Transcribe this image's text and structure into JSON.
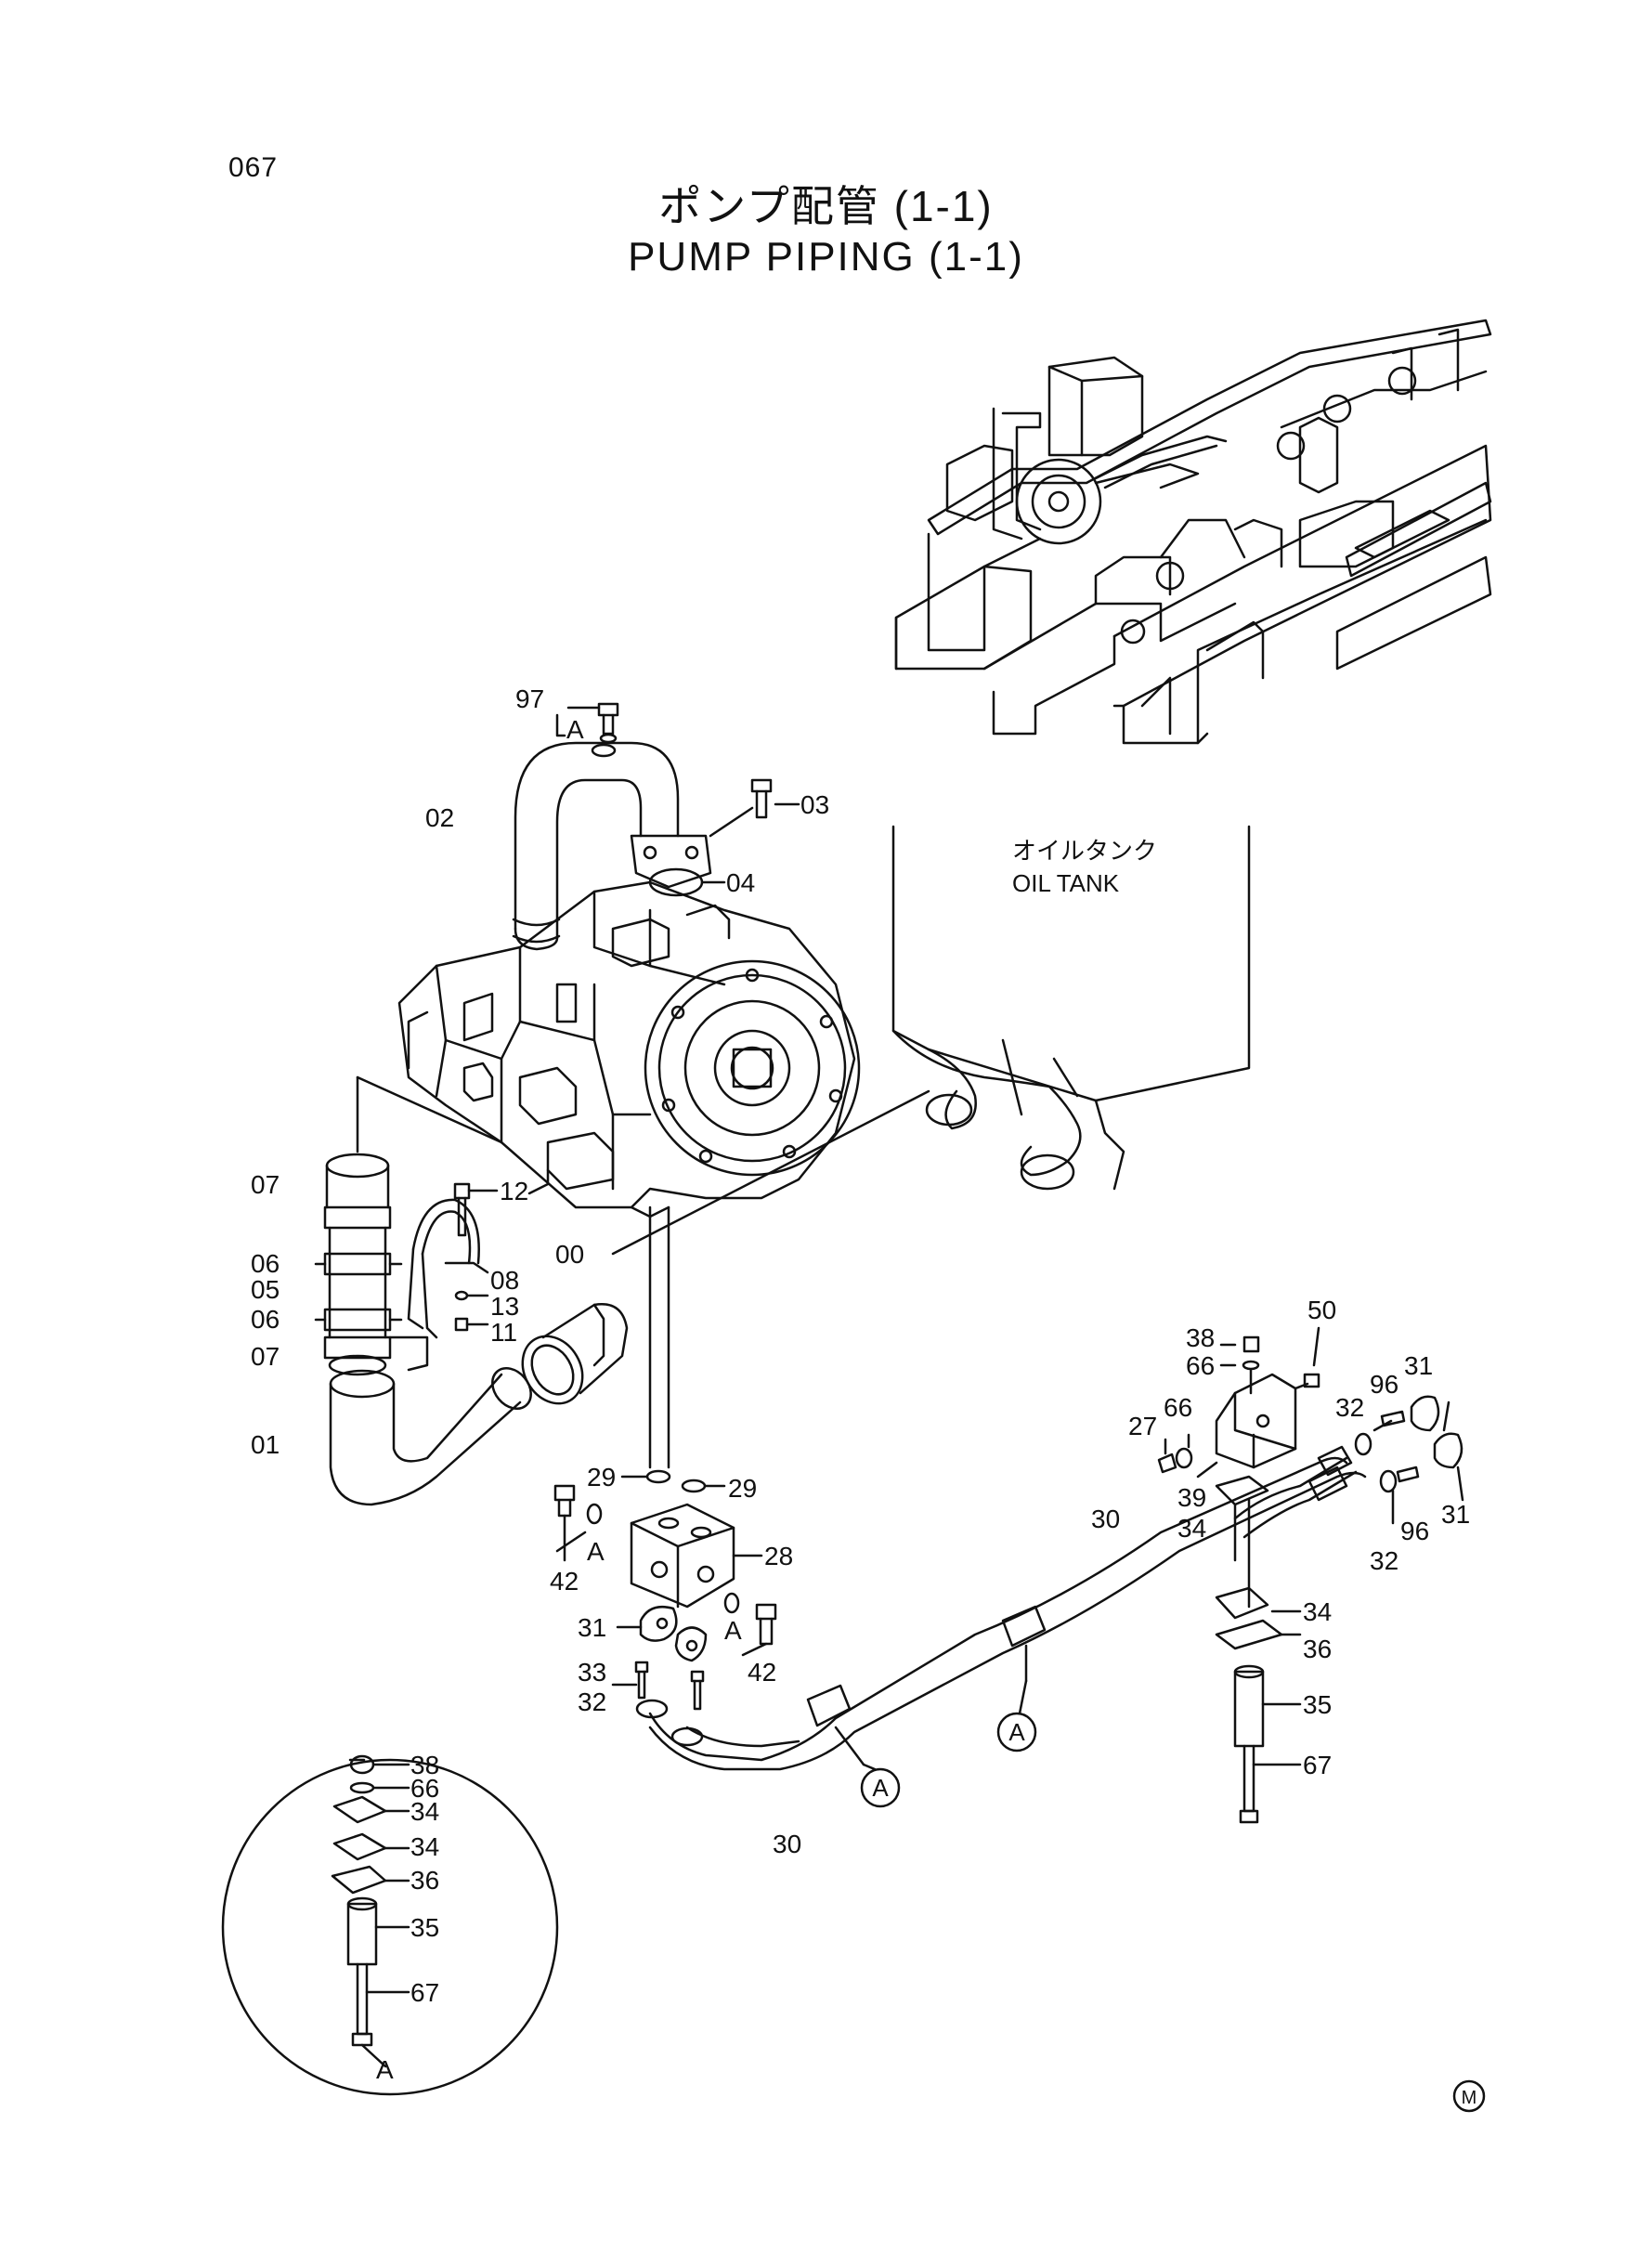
{
  "header": {
    "page_number": "067",
    "title_jp": "ポンプ配管 (1-1)",
    "title_en": "PUMP  PIPING (1-1)"
  },
  "oil_tank": {
    "label_jp": "オイルタンク",
    "label_en": "OIL TANK"
  },
  "callouts": [
    {
      "id": "c97",
      "text": "97"
    },
    {
      "id": "cA1",
      "text": "A"
    },
    {
      "id": "c03",
      "text": "03"
    },
    {
      "id": "c02",
      "text": "02"
    },
    {
      "id": "c04",
      "text": "04"
    },
    {
      "id": "c07a",
      "text": "07"
    },
    {
      "id": "c12",
      "text": "12"
    },
    {
      "id": "c06a",
      "text": "06"
    },
    {
      "id": "c05",
      "text": "05"
    },
    {
      "id": "c08",
      "text": "08"
    },
    {
      "id": "c00",
      "text": "00"
    },
    {
      "id": "c13",
      "text": "13"
    },
    {
      "id": "c06b",
      "text": "06"
    },
    {
      "id": "c11",
      "text": "11"
    },
    {
      "id": "c07b",
      "text": "07"
    },
    {
      "id": "c01",
      "text": "01"
    },
    {
      "id": "c29a",
      "text": "29"
    },
    {
      "id": "c29b",
      "text": "29"
    },
    {
      "id": "cA2",
      "text": "A"
    },
    {
      "id": "c42a",
      "text": "42"
    },
    {
      "id": "c28",
      "text": "28"
    },
    {
      "id": "cA3",
      "text": "A"
    },
    {
      "id": "c31a",
      "text": "31"
    },
    {
      "id": "c33",
      "text": "33"
    },
    {
      "id": "c32a",
      "text": "32"
    },
    {
      "id": "c42b",
      "text": "42"
    },
    {
      "id": "c30a",
      "text": "30"
    },
    {
      "id": "c30b",
      "text": "30"
    },
    {
      "id": "c38a",
      "text": "38"
    },
    {
      "id": "c66a",
      "text": "66"
    },
    {
      "id": "c50",
      "text": "50"
    },
    {
      "id": "c27",
      "text": "27"
    },
    {
      "id": "c66b",
      "text": "66"
    },
    {
      "id": "c96a",
      "text": "96"
    },
    {
      "id": "c31b",
      "text": "31"
    },
    {
      "id": "c32b",
      "text": "32"
    },
    {
      "id": "c39",
      "text": "39"
    },
    {
      "id": "c34a",
      "text": "34"
    },
    {
      "id": "c32c",
      "text": "32"
    },
    {
      "id": "c96b",
      "text": "96"
    },
    {
      "id": "c31c",
      "text": "31"
    },
    {
      "id": "c34b",
      "text": "34"
    },
    {
      "id": "c36a",
      "text": "36"
    },
    {
      "id": "c35a",
      "text": "35"
    },
    {
      "id": "c67a",
      "text": "67"
    },
    {
      "id": "c38b",
      "text": "38"
    },
    {
      "id": "c66c",
      "text": "66"
    },
    {
      "id": "c34c",
      "text": "34"
    },
    {
      "id": "c34d",
      "text": "34"
    },
    {
      "id": "c36b",
      "text": "36"
    },
    {
      "id": "c35b",
      "text": "35"
    },
    {
      "id": "c67b",
      "text": "67"
    },
    {
      "id": "cA4",
      "text": "A"
    }
  ],
  "section_markers": [
    {
      "id": "m1",
      "text": "A"
    },
    {
      "id": "m2",
      "text": "A"
    }
  ],
  "footer": {
    "mark": "M"
  }
}
